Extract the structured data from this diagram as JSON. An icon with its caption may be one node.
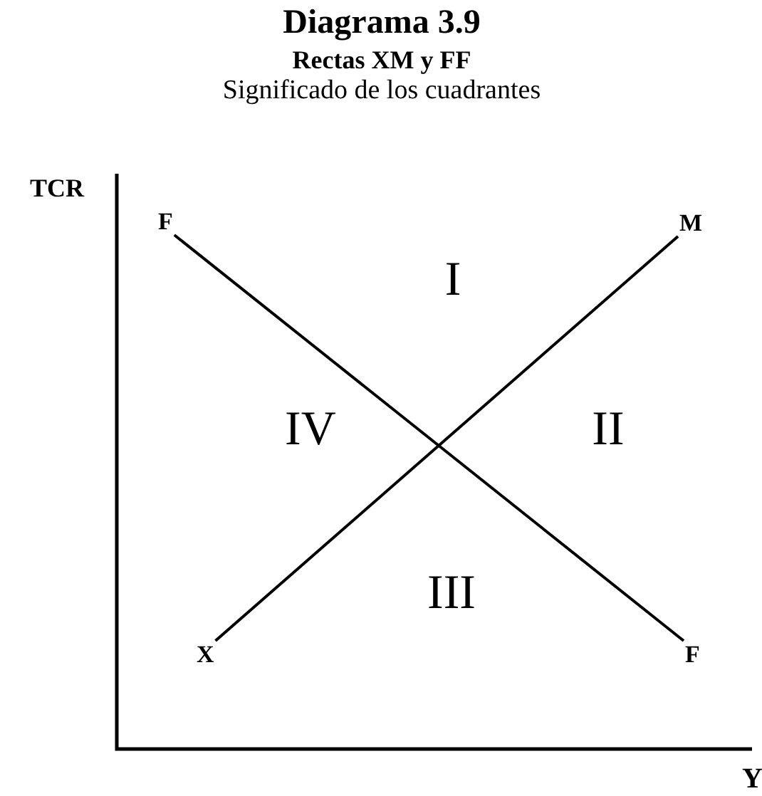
{
  "diagram": {
    "title": "Diagrama 3.9",
    "nodes": [
      {
        "text": [
          "F"
        ]
      },
      {
        "text": [
          "M"
        ]
      },
      {
        "text": [
          "X"
        ]
      },
      {
        "text": [
          "F"
        ]
      }
    ],
    "edges": [
      {
        "from": 2,
        "to": 1,
        "arrow": "none"
      },
      {
        "from": 0,
        "to": 3,
        "arrow": "none"
      }
    ],
    "labels": [
      "Rectas XM y FF",
      "Significado de los cuadrantes",
      "TCR",
      "I",
      "IV",
      "II",
      "III",
      "Y"
    ]
  }
}
